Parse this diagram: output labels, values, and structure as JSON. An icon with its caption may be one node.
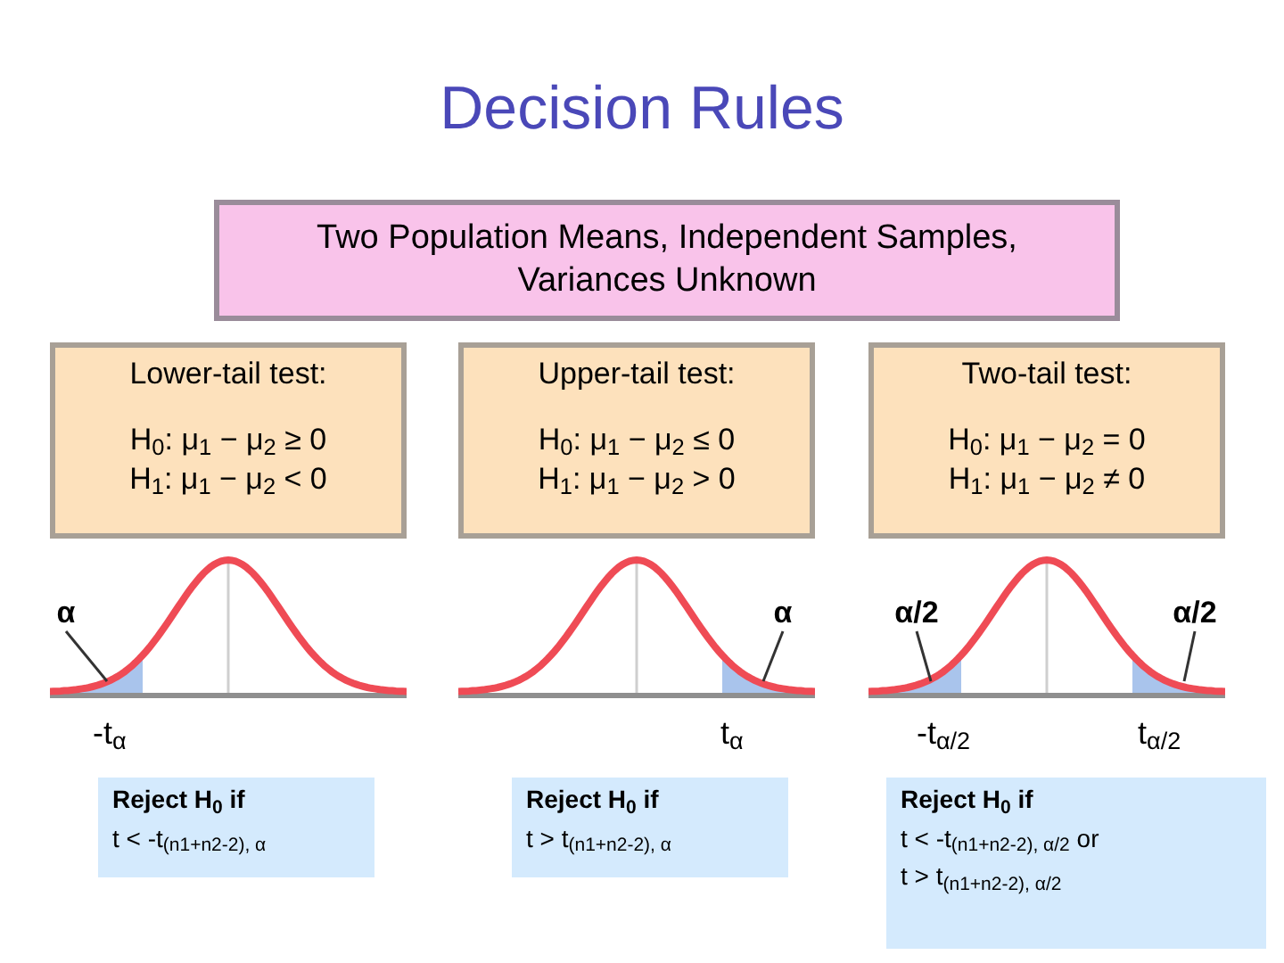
{
  "diagram": {
    "title": "Decision Rules",
    "nodes": [
      {
        "text": [
          "Two Population Means, Independent Samples, Variances Unknown"
        ]
      },
      {
        "text": [
          "Lower-tail test:",
          "H$_{0}$: μ$_{1}$ − μ$_{2}$ ≥ 0",
          "H$_{1}$: μ$_{1}$ − μ$_{2}$ < 0"
        ]
      },
      {
        "text": [
          "Upper-tail test:",
          "H$_{0}$: μ$_{1}$ − μ$_{2}$ ≤ 0",
          "H$_{1}$: μ$_{1}$ − μ$_{2}$ > 0"
        ]
      },
      {
        "text": [
          "Two-tail test:",
          "H$_{0}$: μ$_{1}$ − μ$_{2}$ = 0",
          "H$_{1}$: μ$_{1}$ − μ$_{2}$ ≠ 0"
        ]
      },
      {
        "text": [
          "α"
        ]
      },
      {
        "text": [
          "α"
        ]
      },
      {
        "text": [
          "α/2"
        ]
      },
      {
        "text": [
          "α/2"
        ]
      },
      {
        "text": [
          "Reject H$_{0}$ if",
          "t < -t$_{(n1+n2-2), α}$"
        ]
      },
      {
        "text": [
          "Reject H$_{0}$ if",
          "t > t$_{(n1+n2-2), α}$"
        ]
      },
      {
        "text": [
          "Reject H$_{0}$ if",
          "t < -t$_{(n1+n2-2), α/2}$ or",
          "t > t$_{(n1+n2-2), α/2}$"
        ]
      }
    ],
    "edges": [
      {
        "from": 4,
        "to": null,
        "arrow": "none"
      },
      {
        "from": 5,
        "to": null,
        "arrow": "none"
      },
      {
        "from": 6,
        "to": null,
        "arrow": "none"
      },
      {
        "from": 7,
        "to": null,
        "arrow": "none"
      }
    ],
    "labels": [
      "-t$_{α}$",
      "t$_{α}$",
      "-t$_{α/2}$",
      "t$_{α/2}$"
    ]
  }
}
